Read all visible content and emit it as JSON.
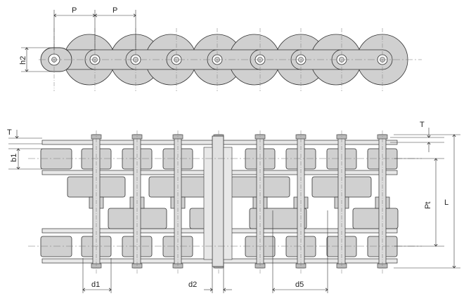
{
  "labels": {
    "pitch_left": "P",
    "pitch_right": "P",
    "h2": "h2",
    "t_left": "T",
    "t_right": "T",
    "b1": "b1",
    "pt": "Pt",
    "l": "L",
    "d1": "d1",
    "d2": "d2",
    "d5": "d5"
  },
  "colors": {
    "part_fill": "#d0d0d0",
    "outline": "#333333",
    "centerline": "#777777"
  }
}
